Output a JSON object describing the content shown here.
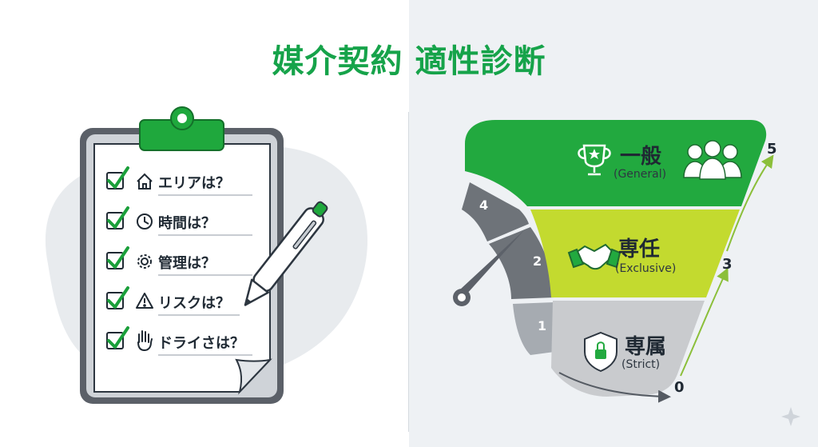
{
  "title": "媒介契約 適性診断",
  "checklist": {
    "items": [
      {
        "label": "エリアは？",
        "icon": "house-icon"
      },
      {
        "label": "時間は？",
        "icon": "clock-icon"
      },
      {
        "label": "管理は？",
        "icon": "gear-icon"
      },
      {
        "label": "リスクは？",
        "icon": "warning-icon"
      },
      {
        "label": "ドライさは？",
        "icon": "hand-icon"
      }
    ]
  },
  "tiers": [
    {
      "name": "一般",
      "sub": "(General)",
      "color": "#22a93f",
      "icon": "trophy-icon"
    },
    {
      "name": "専任",
      "sub": "(Exclusive)",
      "color": "#c3da2f",
      "icon": "handshake-icon"
    },
    {
      "name": "専属",
      "sub": "(Strict)",
      "color": "#c9cbce",
      "icon": "shield-lock-icon"
    }
  ],
  "scale_labels": [
    "5",
    "3",
    "0"
  ],
  "gauge_labels": [
    "4",
    "2",
    "1"
  ],
  "colors": {
    "accent": "#16a34a",
    "lime": "#c3da2f",
    "gray": "#c9cbce"
  }
}
